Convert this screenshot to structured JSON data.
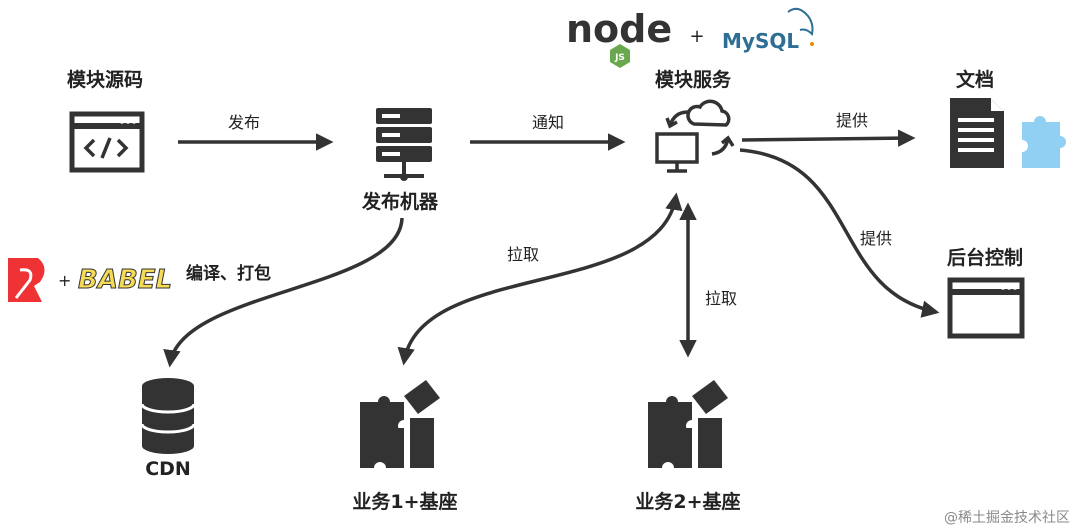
{
  "nodes": {
    "source": "模块源码",
    "publisher": "发布机器",
    "service": "模块服务",
    "docs": "文档",
    "console": "后台控制",
    "cdn": "CDN",
    "biz1": "业务1+基座",
    "biz2": "业务2+基座"
  },
  "edges": {
    "publish": "发布",
    "notify": "通知",
    "provide_docs": "提供",
    "provide_console": "提供",
    "pull_1": "拉取",
    "pull_2": "拉取"
  },
  "build": {
    "babel_logo": "BABEL",
    "plus": "+",
    "text": "编译、打包"
  },
  "tech": {
    "node_logo": "node",
    "js_badge": "JS",
    "plus": "+",
    "mysql_logo": "MySQL"
  },
  "watermark": "@稀土掘金技术社区",
  "colors": {
    "ink": "#333333",
    "node_green": "#6aa84f",
    "mysql_blue": "#2e6e94",
    "mysql_orange": "#e48e00",
    "rollup_red": "#ef3335",
    "babel_yellow": "#f5da55",
    "puzzle_blue": "#7ec8f0"
  },
  "icons": [
    "code-window-icon",
    "server-icon",
    "monitor-cloud-sync-icon",
    "document-icon",
    "puzzle-icon",
    "browser-window-icon",
    "database-icon",
    "puzzle-pieces-icon",
    "rollup-icon"
  ]
}
